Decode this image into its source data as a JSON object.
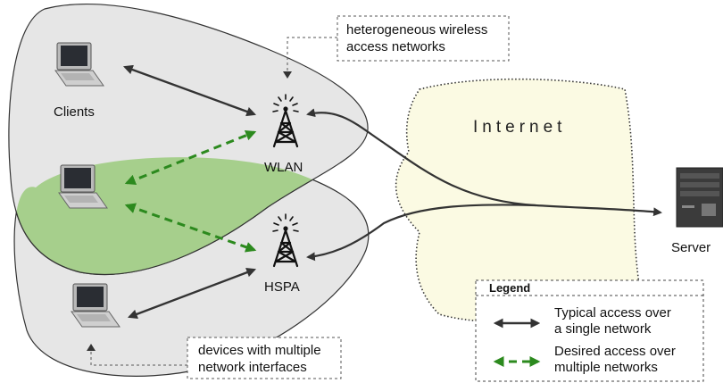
{
  "labels": {
    "clients": "Clients",
    "wlan": "WLAN",
    "hspa": "HSPA",
    "internet": "Internet",
    "server": "Server"
  },
  "callouts": {
    "wireless_line1": "heterogeneous wireless",
    "wireless_line2": "access networks",
    "devices_line1": "devices with multiple",
    "devices_line2": "network interfaces"
  },
  "legend": {
    "title": "Legend",
    "typical_line1": "Typical access over",
    "typical_line2": "a single network",
    "desired_line1": "Desired access over",
    "desired_line2": "multiple networks"
  },
  "colors": {
    "region_gray": "#e6e6e6",
    "region_green": "#a6cf8c",
    "internet_fill": "#fbfae3",
    "arrow_dark": "#333333",
    "arrow_green": "#2c8a1e"
  },
  "icons": {
    "laptop": "laptop-icon",
    "tower": "antenna-tower-icon",
    "server": "server-icon"
  }
}
